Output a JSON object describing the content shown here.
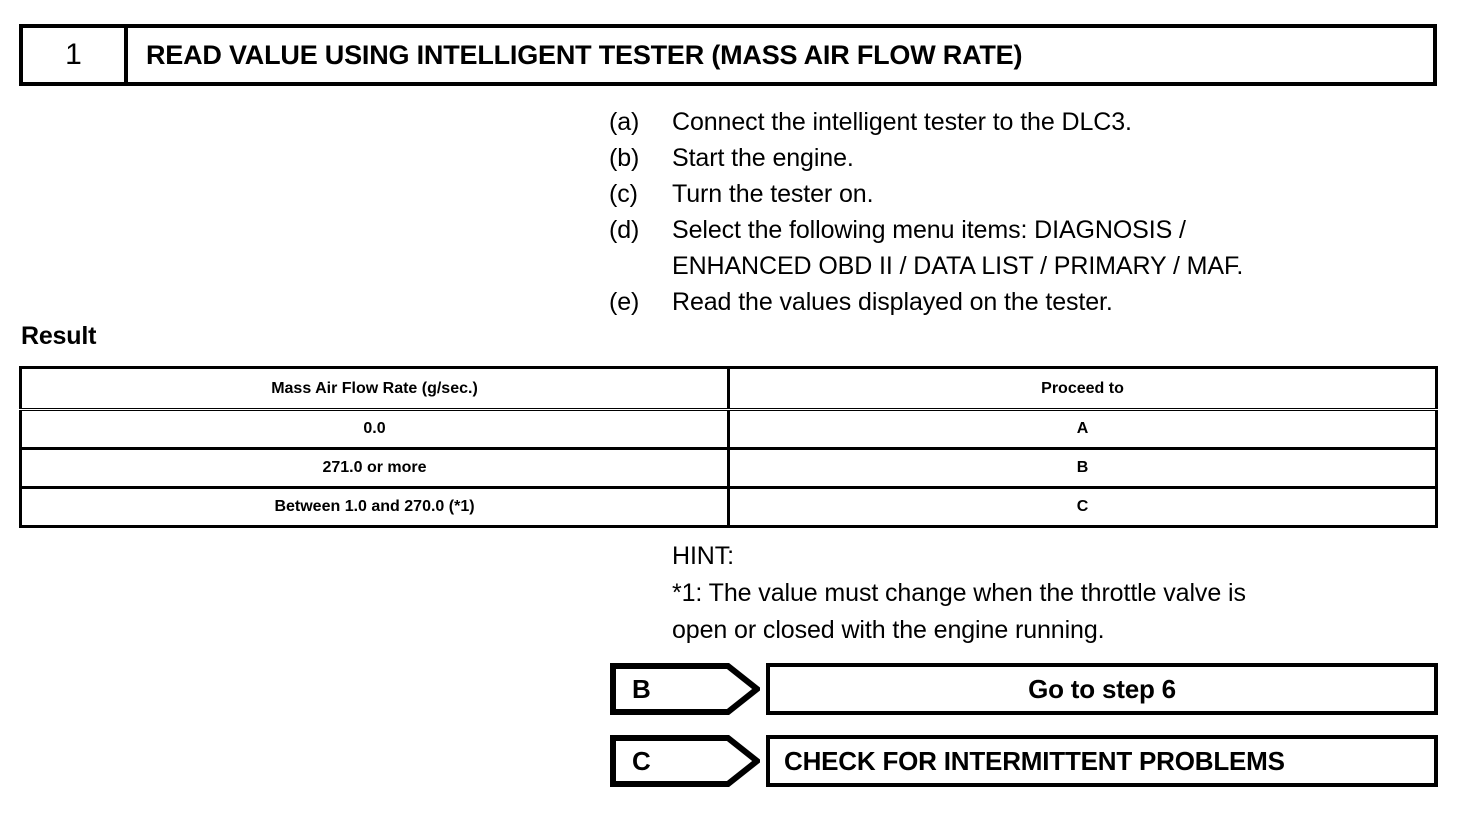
{
  "step": {
    "number": "1",
    "title": "READ VALUE USING INTELLIGENT TESTER (MASS AIR FLOW RATE)"
  },
  "procedure": {
    "items": [
      {
        "marker": "(a)",
        "text": "Connect the intelligent tester to the DLC3.",
        "cont": ""
      },
      {
        "marker": "(b)",
        "text": "Start the engine.",
        "cont": ""
      },
      {
        "marker": "(c)",
        "text": "Turn the tester on.",
        "cont": ""
      },
      {
        "marker": "(d)",
        "text": "Select the following menu items: DIAGNOSIS /",
        "cont": "ENHANCED OBD II / DATA LIST / PRIMARY / MAF."
      },
      {
        "marker": "(e)",
        "text": "Read the values displayed on the tester.",
        "cont": ""
      }
    ]
  },
  "result": {
    "label": "Result",
    "columns": [
      "Mass Air Flow Rate (g/sec.)",
      "Proceed to"
    ],
    "rows": [
      [
        "0.0",
        "A"
      ],
      [
        "271.0 or more",
        "B"
      ],
      [
        "Between 1.0 and 270.0 (*1)",
        "C"
      ]
    ]
  },
  "hint": {
    "title": "HINT:",
    "line1": "*1: The value must change when the throttle valve is",
    "line2": "open or closed with the engine running."
  },
  "branches": [
    {
      "tag": "B",
      "action": "Go to step 6",
      "align": "center"
    },
    {
      "tag": "C",
      "action": "CHECK FOR INTERMITTENT PROBLEMS",
      "align": "leftpad"
    }
  ],
  "colors": {
    "ink": "#000000",
    "paper": "#ffffff"
  }
}
